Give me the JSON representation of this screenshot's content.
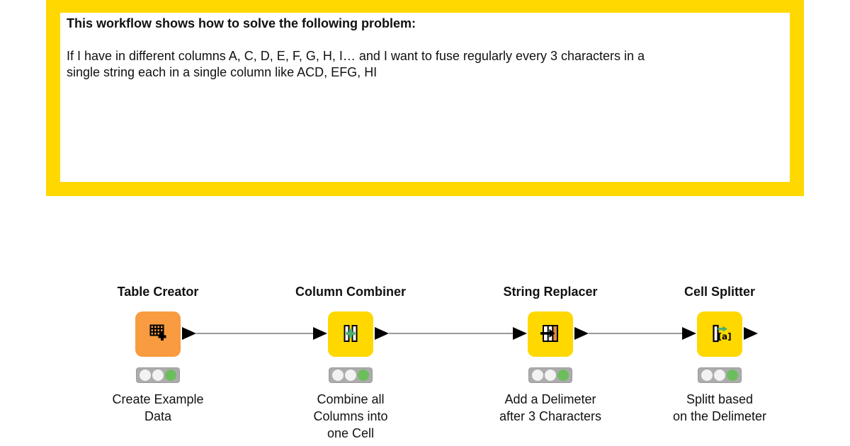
{
  "annotation": {
    "heading": "This workflow shows how to solve the following problem:",
    "body": "If I have in different columns A, C, D, E, F, G, H, I… and I want to fuse regularly every 3 characters in a\nsingle string each in a single column like ACD, EFG, HI",
    "border_color": "#FFD800"
  },
  "workflow": {
    "nodes": [
      {
        "title": "Table Creator",
        "description": "Create Example\nData",
        "icon": "table-plus-icon",
        "body_color": "#F99B40",
        "status_light": "green"
      },
      {
        "title": "Column Combiner",
        "description": "Combine all\nColumns into\none Cell",
        "icon": "column-merge-icon",
        "body_color": "#FFD800",
        "status_light": "green"
      },
      {
        "title": "String Replacer",
        "description": "Add a Delimeter\nafter 3 Characters",
        "icon": "table-replace-arrow-icon",
        "body_color": "#FFD800",
        "status_light": "green"
      },
      {
        "title": "Cell Splitter",
        "description": "Splitt based\non the Delimeter",
        "icon": "cell-split-icon",
        "body_color": "#FFD800",
        "status_light": "green"
      }
    ],
    "connection_color": "#999999",
    "status_green_color": "#6CBE5D",
    "icon_green_color": "#4DB06E",
    "icon_orange_color": "#E0883A"
  }
}
